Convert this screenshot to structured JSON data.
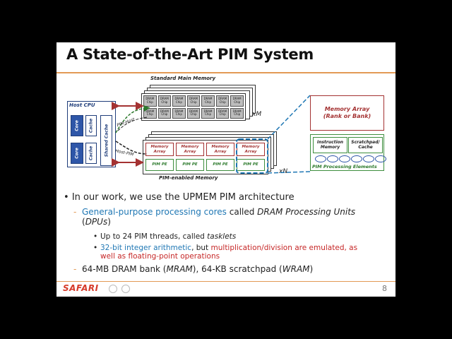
{
  "slide": {
    "title": "A State-of-the-Art PIM System",
    "diagram": {
      "standard_memory_label": "Standard Main Memory",
      "chip_label": "DRAM Chip",
      "x_m": "xM",
      "host_cpu_label": "Host CPU",
      "core_label": "Core",
      "cache_label": "Cache",
      "shared_cache_label": "Shared Cache",
      "pim_host_label": "PIM-Host",
      "host_pim_label": "Host-PIM",
      "memory_array_label": "Memory Array",
      "pim_pe_label": "PIM PE",
      "x_n": "xN",
      "pim_memory_label": "PIM-enabled Memory",
      "detail_memory_array": "Memory Array",
      "detail_rank_or_bank": "(Rank or Bank)",
      "instruction_memory": "Instruction Memory",
      "scratchpad_cache": "Scratchpad/ Cache",
      "pim_processing_elements": "PIM Processing Elements"
    },
    "bullets": {
      "l1": "In our work, we use the UPMEM PIM architecture",
      "l2a_blue": "General-purpose processing cores",
      "l2a_rest1": " called ",
      "l2a_italic": "DRAM Processing Units",
      "l2a_rest2": " (",
      "l2a_italic2": "DPUs",
      "l2a_rest3": ")",
      "l3a_text": "Up to 24 PIM threads, called ",
      "l3a_italic": "tasklets",
      "l3b_blue": "32-bit integer arithmetic",
      "l3b_mid": ", but ",
      "l3b_red": "multiplication/division are emulated, as well as floating-point operations",
      "l2b_text1": "64-MB DRAM bank (",
      "l2b_italic1": "MRAM",
      "l2b_text2": "), 64-KB scratchpad (",
      "l2b_italic2": "WRAM",
      "l2b_text3": ")"
    },
    "footer": {
      "logo_text": "SAFARI",
      "page_number": "8"
    }
  },
  "colors": {
    "accent_orange": "#e39a55",
    "blue": "#1f77b4",
    "red": "#c62828",
    "dram_red": "#a43232",
    "pe_green": "#3e8e3e",
    "cpu_blue": "#2e56a8"
  }
}
